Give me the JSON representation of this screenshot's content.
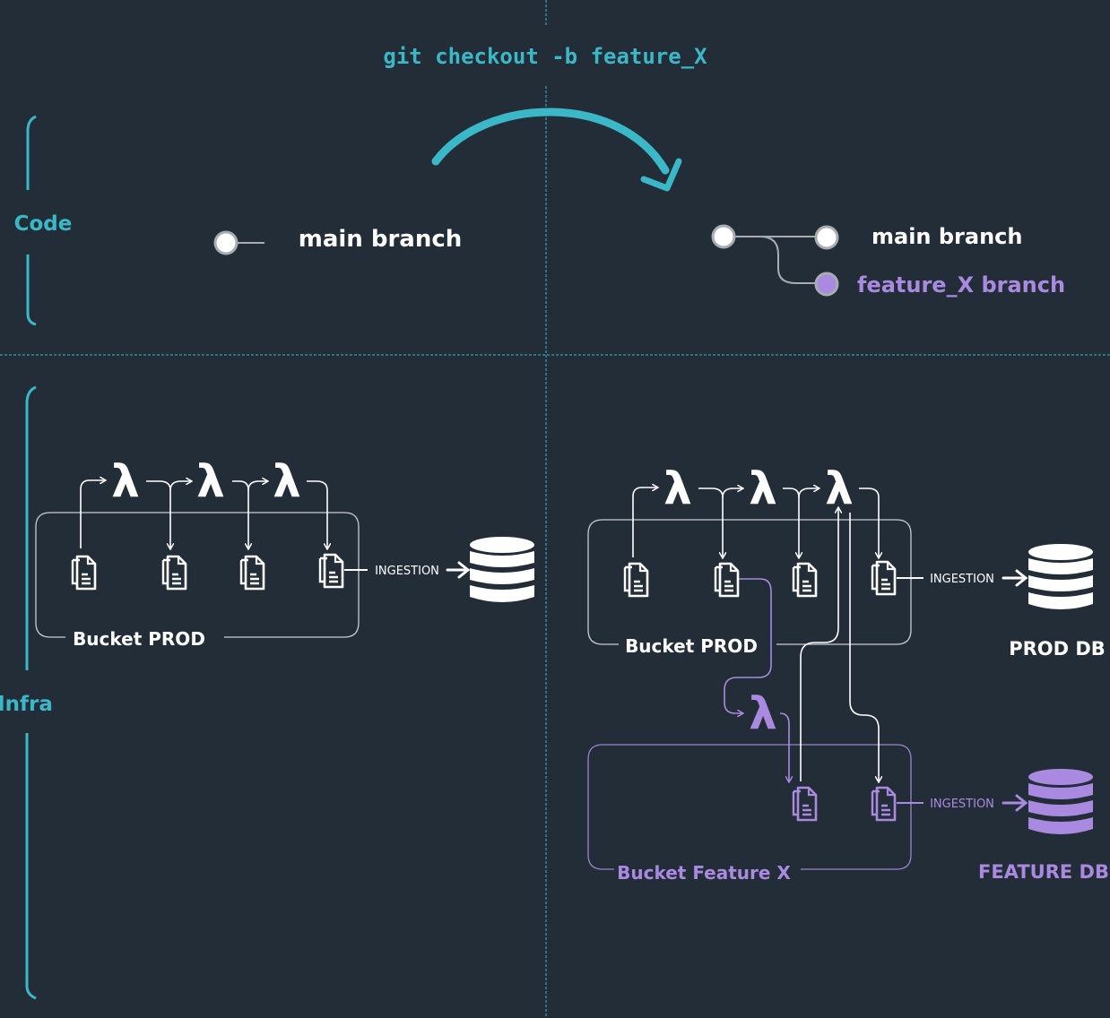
{
  "colors": {
    "background": "#232d38",
    "accent": "#3bb8c8",
    "white": "#ffffff",
    "purple": "#a98ae0",
    "gray": "#a7adb3"
  },
  "command": "git checkout -b feature_X",
  "labels": {
    "code": "Code",
    "infra": "Infra"
  },
  "left_code": {
    "main_branch": "main branch"
  },
  "right_code": {
    "main_branch": "main branch",
    "feature_branch": "feature_X branch"
  },
  "left_infra": {
    "bucket": "Bucket PROD",
    "ingestion": "INGESTION",
    "lambda_symbol": "λ"
  },
  "right_infra": {
    "bucket_prod": "Bucket PROD",
    "bucket_feature": "Bucket Feature X",
    "ingestion_prod": "INGESTION",
    "ingestion_feature": "INGESTION",
    "prod_db": "PROD DB",
    "feature_db": "FEATURE DB",
    "lambda_symbol": "λ"
  },
  "icons": {
    "file": "file-stack-icon",
    "database": "database-icon",
    "lambda": "lambda-icon",
    "arrow": "curved-arrow-icon"
  }
}
